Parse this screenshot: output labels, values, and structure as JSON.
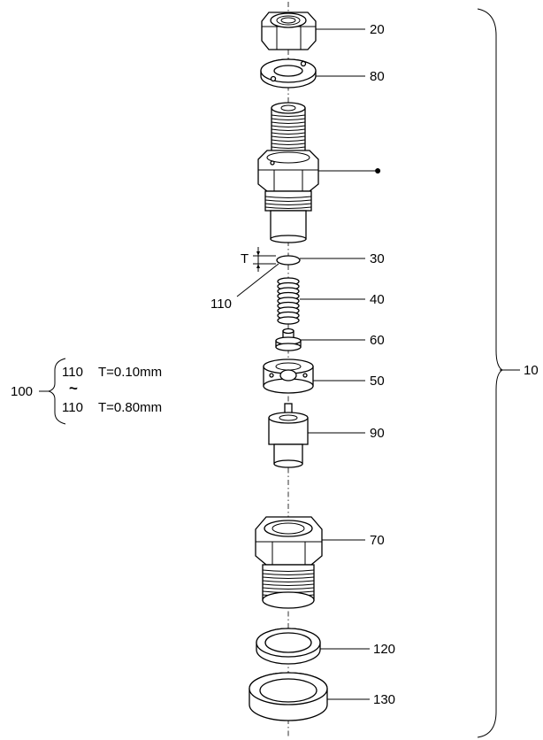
{
  "callouts": {
    "nut_top": "20",
    "washer_top": "80",
    "holder_body": "●",
    "shim": "30",
    "spring": "40",
    "spacer_pin": "60",
    "distance_piece": "50",
    "nozzle": "90",
    "retaining_nut": "70",
    "gasket": "120",
    "sleeve": "130",
    "assembly": "10",
    "shim_detail": "110",
    "t_dim": "T"
  },
  "shim_set": {
    "set_number": "100",
    "first_part": "110",
    "first_thickness": "T=0.10mm",
    "range_mark": "~",
    "last_part": "110",
    "last_thickness": "T=0.80mm"
  }
}
